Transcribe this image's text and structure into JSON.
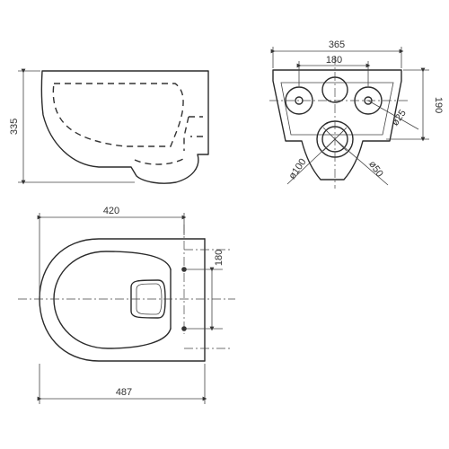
{
  "dimensions": {
    "side_height": "335",
    "rear_width": "365",
    "rear_fixing_spacing": "180",
    "rear_outlet_height": "190",
    "rear_small_hole_dia": "ø25",
    "rear_outlet_dia": "ø100",
    "rear_inlet_dia": "ø50",
    "top_length_to_fixing": "420",
    "top_fixing_spacing": "180",
    "top_total_length": "487"
  }
}
